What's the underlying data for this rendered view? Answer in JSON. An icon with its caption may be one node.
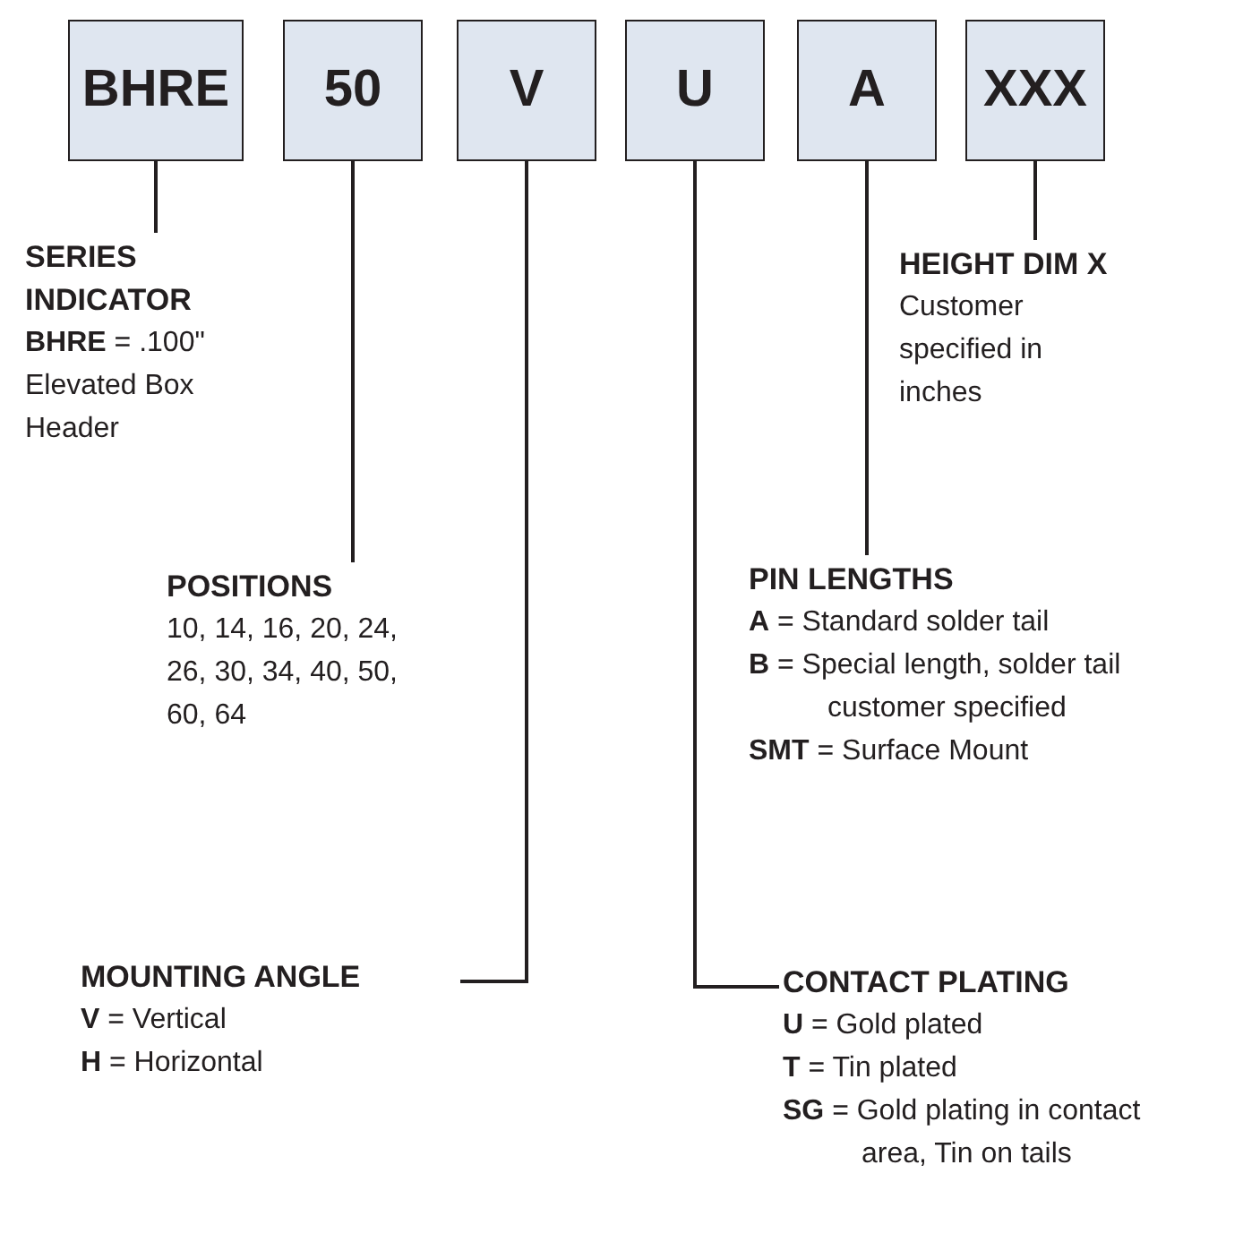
{
  "diagram": {
    "nodes": [
      {
        "text": [
          "BHRE"
        ]
      },
      {
        "text": [
          "50"
        ]
      },
      {
        "text": [
          "V"
        ]
      },
      {
        "text": [
          "U"
        ]
      },
      {
        "text": [
          "A"
        ]
      },
      {
        "text": [
          "XXX"
        ]
      },
      {
        "text": [
          "SERIES INDICATOR",
          "**BHRE** = .100\"  Elevated Box Header"
        ]
      },
      {
        "text": [
          "HEIGHT DIM X",
          "Customer specified in inches"
        ]
      },
      {
        "text": [
          "POSITIONS",
          "10, 14, 16, 20, 24, 26, 30, 34, 40, 50, 60, 64"
        ]
      },
      {
        "text": [
          "PIN LENGTHS",
          "**A** = Standard solder tail",
          "**B** = Special length, solder tail customer specified",
          "**SMT** = Surface Mount"
        ]
      },
      {
        "text": [
          "MOUNTING ANGLE",
          "**V** = Vertical",
          "**H** = Horizontal"
        ]
      },
      {
        "text": [
          "CONTACT PLATING",
          "**U** = Gold plated",
          "**T** = Tin plated",
          "**SG** = Gold plating in contact area, Tin on tails"
        ]
      }
    ],
    "edges": [
      {
        "from": 0,
        "to": 6,
        "arrow": "none"
      },
      {
        "from": 1,
        "to": 8,
        "arrow": "none"
      },
      {
        "from": 2,
        "to": 10,
        "arrow": "none"
      },
      {
        "from": 3,
        "to": 11,
        "arrow": "none"
      },
      {
        "from": 4,
        "to": 9,
        "arrow": "none"
      },
      {
        "from": 5,
        "to": 7,
        "arrow": "none"
      }
    ]
  }
}
